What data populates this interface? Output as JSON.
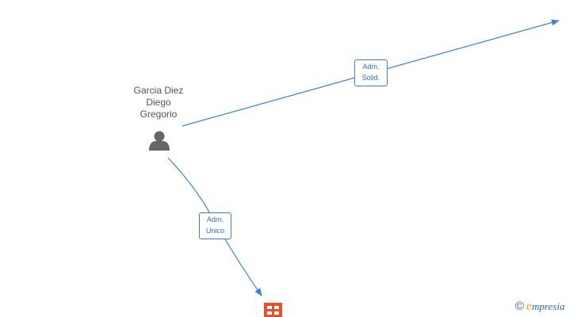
{
  "person": {
    "name": "Garcia Diez\nDiego\nGregorio"
  },
  "edges": [
    {
      "label": "Adm.\nSolid."
    },
    {
      "label": "Adm.\nUnico"
    }
  ],
  "watermark": {
    "copyright": "©",
    "brand_initial": "e",
    "brand_rest": "mpresia"
  },
  "colors": {
    "edge": "#3a7fd5",
    "person_icon": "#666666",
    "company_icon": "#e8502a",
    "brand": "#2b6a9e",
    "brand_accent": "#e8a21c"
  }
}
